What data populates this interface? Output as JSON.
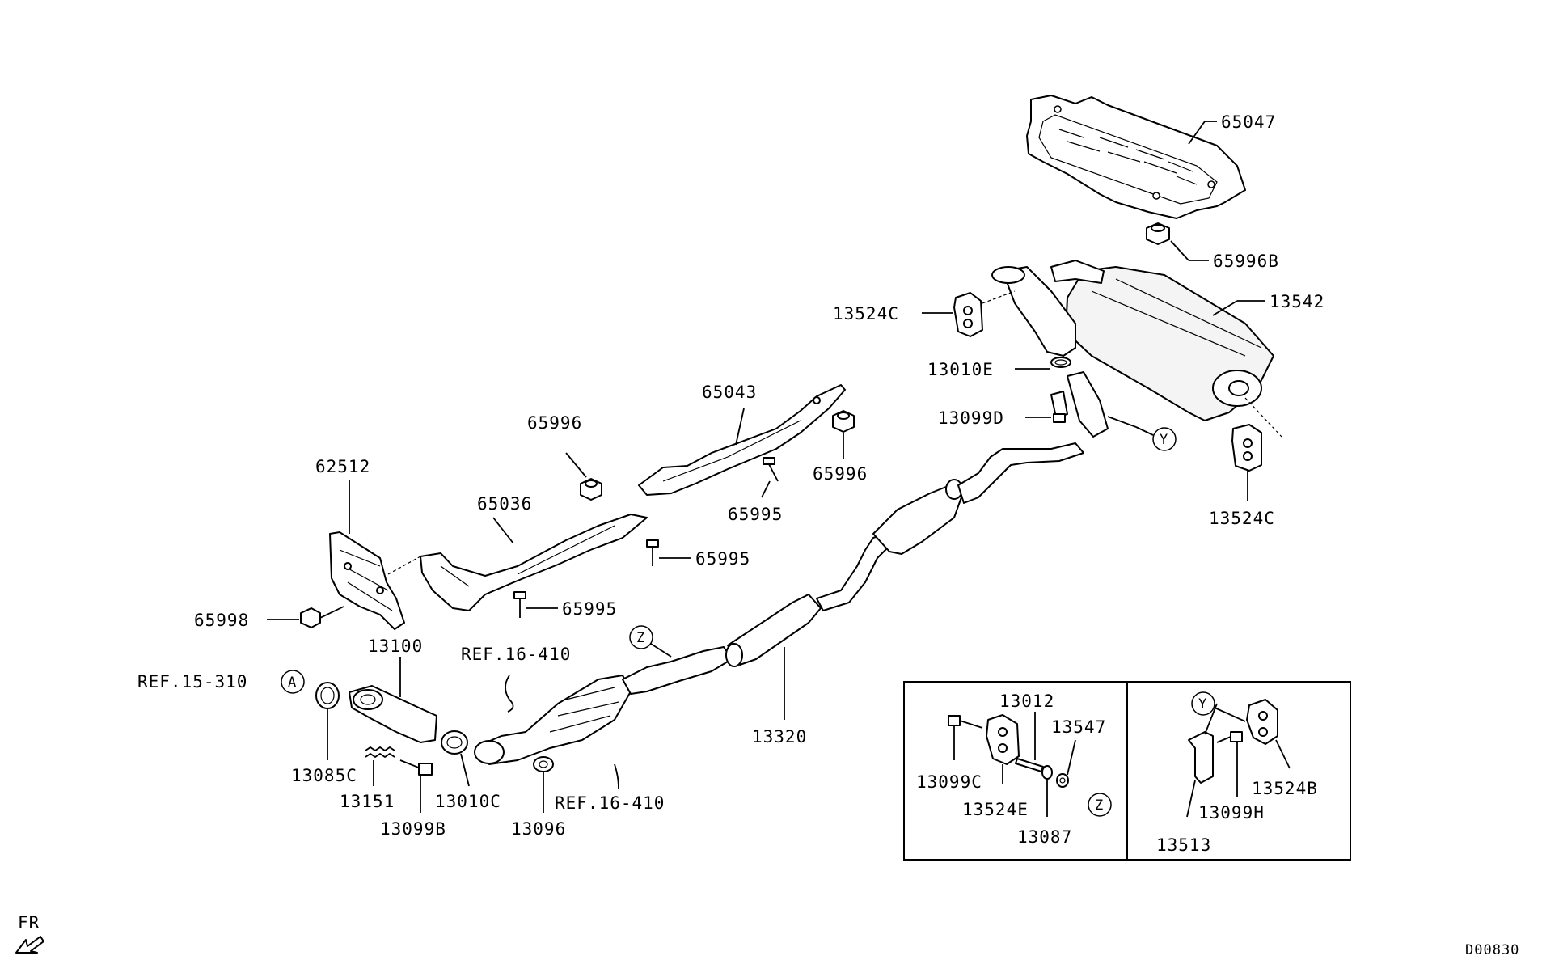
{
  "diagram": {
    "code": "D00830",
    "front_marker": "FR",
    "labels": {
      "p65047": "65047",
      "p65996B": "65996B",
      "p13542": "13542",
      "p13524C_top": "13524C",
      "p13010E": "13010E",
      "p13099D": "13099D",
      "p13524C_bottom": "13524C",
      "p65043": "65043",
      "p65996_a": "65996",
      "p65996_b": "65996",
      "p65995_a": "65995",
      "p65995_b": "65995",
      "p65995_c": "65995",
      "p65036": "65036",
      "p62512": "62512",
      "p65998": "65998",
      "p13100": "13100",
      "ref15": "REF.15-310",
      "p13085C": "13085C",
      "p13151": "13151",
      "p13099B": "13099B",
      "p13010C": "13010C",
      "p13096": "13096",
      "ref16_top": "REF.16-410",
      "ref16_bottom": "REF.16-410",
      "p13320": "13320",
      "p13012": "13012",
      "p13547": "13547",
      "p13099C": "13099C",
      "p13524E": "13524E",
      "p13087": "13087",
      "p13524B": "13524B",
      "p13099H": "13099H",
      "p13513": "13513"
    },
    "callouts": {
      "A": "A",
      "Z_main": "Z",
      "Z_inset": "Z",
      "Y_main": "Y",
      "Y_inset": "Y"
    }
  }
}
